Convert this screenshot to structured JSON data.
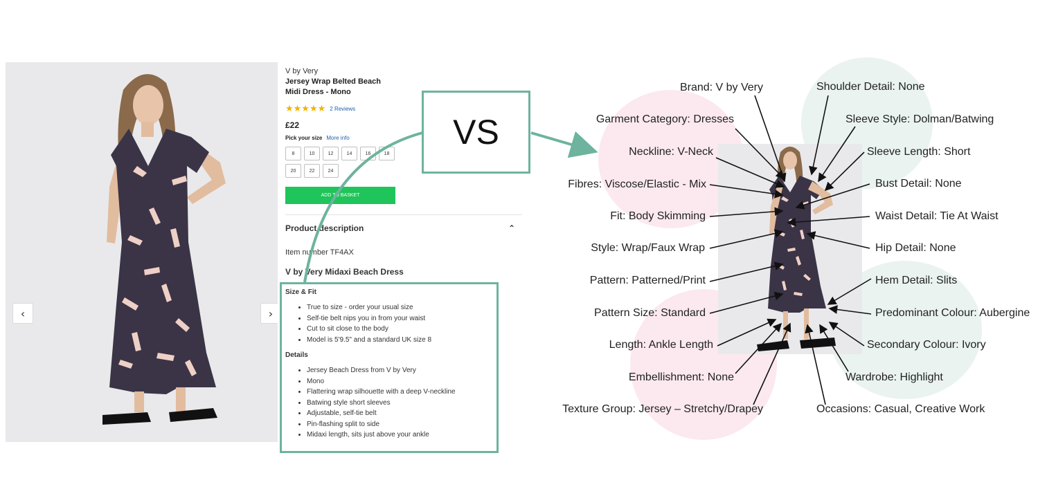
{
  "product": {
    "brand": "V by Very",
    "name": "Jersey Wrap Belted Beach Midi Dress - Mono",
    "stars": "★★★★★",
    "reviews": "2 Reviews",
    "price": "£22",
    "pick_size_label": "Pick your size",
    "more_info": "More info",
    "sizes": [
      "8",
      "10",
      "12",
      "14",
      "16",
      "18",
      "20",
      "22",
      "24"
    ],
    "add_to_basket": "ADD TO BASKET",
    "description_heading": "Product description",
    "item_number": "Item number TF4AX",
    "subtitle": "V by Very Midaxi Beach Dress",
    "size_fit_heading": "Size & Fit",
    "size_fit": [
      "True to size - order your usual size",
      "Self-tie belt nips you in from your waist",
      "Cut to sit close to the body",
      "Model is 5'9.5\" and a standard UK size 8"
    ],
    "details_heading": "Details",
    "details": [
      "Jersey Beach Dress from V by Very",
      "Mono",
      "Flattering wrap silhouette with a deep V-neckline",
      "Batwing style short sleeves",
      "Adjustable, self-tie belt",
      "Pin-flashing split to side",
      "Midaxi length, sits just above your ankle"
    ]
  },
  "nav": {
    "prev": "‹",
    "next": "›"
  },
  "vs_label": "VS",
  "attributes_left": [
    "Brand: V by Very",
    "Garment Category: Dresses",
    "Neckline: V-Neck",
    "Fibres: Viscose/Elastic - Mix",
    "Fit: Body Skimming",
    "Style: Wrap/Faux Wrap",
    "Pattern: Patterned/Print",
    "Pattern Size: Standard",
    "Length: Ankle Length",
    "Embellishment: None",
    "Texture Group: Jersey – Stretchy/Drapey"
  ],
  "attributes_right": [
    "Shoulder Detail: None",
    "Sleeve Style: Dolman/Batwing",
    "Sleeve Length: Short",
    "Bust Detail: None",
    "Waist Detail: Tie At Waist",
    "Hip Detail: None",
    "Hem Detail: Slits",
    "Predominant Colour: Aubergine",
    "Secondary Colour: Ivory",
    "Wardrobe: Highlight",
    "Occasions: Casual, Creative Work"
  ],
  "colors": {
    "accent_box": "#6db39e",
    "basket": "#1fc45a",
    "dress": "#3b3446",
    "print": "#efd0c6"
  }
}
